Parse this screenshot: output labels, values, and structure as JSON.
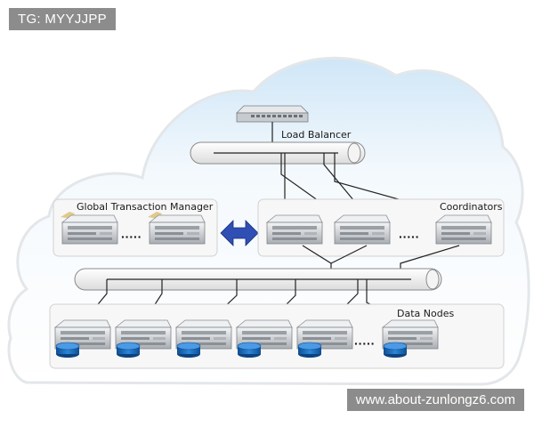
{
  "watermark": {
    "top_left": "TG: MYYJJPP",
    "bottom_right": "www.about-zunlongz6.com"
  },
  "labels": {
    "load_balancer": "Load Balancer",
    "gtm": "Global Transaction Manager",
    "coordinators": "Coordinators",
    "data_nodes": "Data Nodes"
  },
  "colors": {
    "cloud_fill": "#e4f1fb",
    "bus_fill": "#f4f4f4",
    "arrow": "#2f4fb5",
    "disk": "#1d6ab8",
    "server_body": "#d6d9dc"
  },
  "icons": [
    "network-switch-icon",
    "server-icon",
    "database-disk-icon",
    "double-arrow-icon",
    "ellipsis-icon"
  ]
}
